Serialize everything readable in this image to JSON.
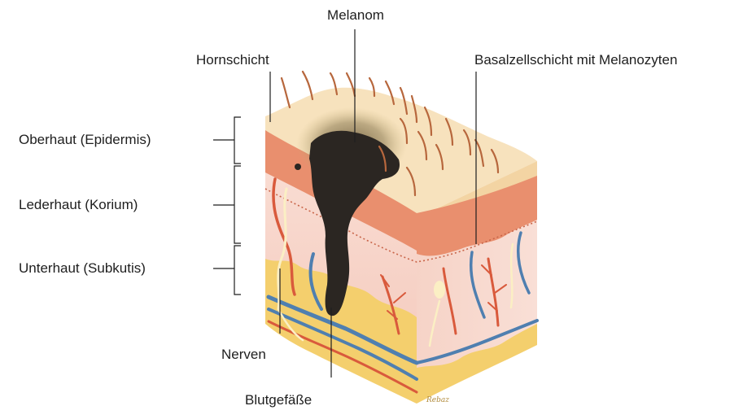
{
  "labels": {
    "melanom": "Melanom",
    "hornschicht": "Hornschicht",
    "basalzellschicht": "Basalzellschicht mit Melanozyten",
    "oberhaut": "Oberhaut (Epidermis)",
    "lederhaut": "Lederhaut (Korium)",
    "unterhaut": "Unterhaut (Subkutis)",
    "nerven": "Nerven",
    "blutgefaesse": "Blutgefäße"
  },
  "signature": "Rebaz",
  "colors": {
    "background": "#ffffff",
    "epidermis_top": "#f7e2bd",
    "epidermis_side": "#f3d4a3",
    "dermis_band": "#e98f6e",
    "dermis_pink": "#f7d4c8",
    "subcutis_fat": "#f4cf6d",
    "artery_red": "#d95a3c",
    "vein_blue": "#4f7fb0",
    "nerve_cream": "#fbefc4",
    "hair": "#b7673d",
    "melanoma": "#2b2622",
    "leader_line": "#1e1e1e"
  }
}
